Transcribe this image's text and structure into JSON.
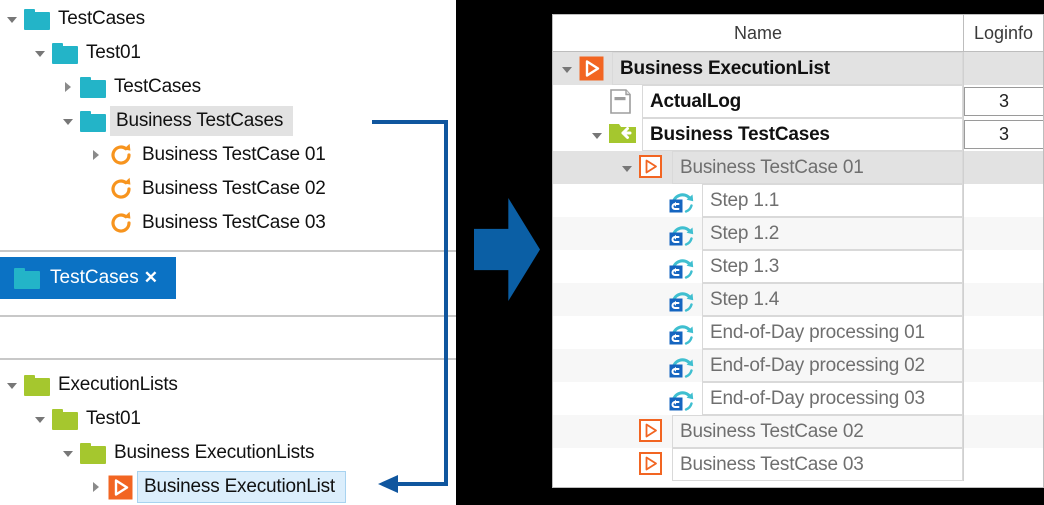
{
  "colors": {
    "teal_folder": "#23b4c8",
    "green_folder": "#a5c72e",
    "orange": "#f26522",
    "accent_blue": "#0b72c4",
    "connector_blue": "#10569e",
    "selection_grey": "#e2e2e2",
    "selection_blue": "#dbeefc"
  },
  "left": {
    "top_tree": {
      "name": "TestCases tree",
      "rows": [
        {
          "label": "TestCases",
          "icon": "folder-teal-icon",
          "depth": 0,
          "twisty": "down",
          "selected": false
        },
        {
          "label": "Test01",
          "icon": "folder-teal-icon",
          "depth": 1,
          "twisty": "down",
          "selected": false
        },
        {
          "label": "TestCases",
          "icon": "folder-teal-icon",
          "depth": 2,
          "twisty": "right",
          "selected": false
        },
        {
          "label": "Business TestCases",
          "icon": "folder-teal-icon",
          "depth": 2,
          "twisty": "down",
          "selected": true
        },
        {
          "label": "Business TestCase 01",
          "icon": "testcase-refresh-icon",
          "depth": 3,
          "twisty": "right",
          "selected": false
        },
        {
          "label": "Business TestCase 02",
          "icon": "testcase-refresh-icon",
          "depth": 3,
          "twisty": "none",
          "selected": false
        },
        {
          "label": "Business TestCase 03",
          "icon": "testcase-refresh-icon",
          "depth": 3,
          "twisty": "none",
          "selected": false
        }
      ]
    },
    "tab": {
      "label": "TestCases",
      "icon": "folder-teal-icon",
      "close_label": "✕"
    },
    "bottom_tree": {
      "name": "ExecutionLists tree",
      "rows": [
        {
          "label": "ExecutionLists",
          "icon": "folder-green-icon",
          "depth": 0,
          "twisty": "down",
          "selected": false
        },
        {
          "label": "Test01",
          "icon": "folder-green-icon",
          "depth": 1,
          "twisty": "down",
          "selected": false
        },
        {
          "label": "Business ExecutionLists",
          "icon": "folder-green-icon",
          "depth": 2,
          "twisty": "down",
          "selected": false
        },
        {
          "label": "Business ExecutionList",
          "icon": "executionlist-icon",
          "depth": 3,
          "twisty": "right",
          "selected": true
        }
      ]
    }
  },
  "arrow": {
    "name": "flow-arrow",
    "direction": "right"
  },
  "grid": {
    "columns": [
      "Name",
      "Loginfo"
    ],
    "rows": [
      {
        "label": "Business ExecutionList",
        "icon": "executionlist-icon",
        "depth": 0,
        "twisty": "down",
        "loginfo": "",
        "style": "header-hl",
        "bold": true
      },
      {
        "label": "ActualLog",
        "icon": "actuallog-icon",
        "depth": 1,
        "twisty": "none",
        "loginfo": "3",
        "style": "plain",
        "bold": true
      },
      {
        "label": "Business TestCases",
        "icon": "folder-green-back-icon",
        "depth": 1,
        "twisty": "down",
        "loginfo": "3",
        "style": "plain",
        "bold": true
      },
      {
        "label": "Business TestCase 01",
        "icon": "testcase-outline-icon",
        "depth": 2,
        "twisty": "down",
        "loginfo": "",
        "style": "hl",
        "bold": false
      },
      {
        "label": "Step 1.1",
        "icon": "step-icon",
        "depth": 3,
        "twisty": "none",
        "loginfo": "",
        "style": "plain",
        "bold": false
      },
      {
        "label": "Step 1.2",
        "icon": "step-icon",
        "depth": 3,
        "twisty": "none",
        "loginfo": "",
        "style": "alt",
        "bold": false
      },
      {
        "label": "Step 1.3",
        "icon": "step-icon",
        "depth": 3,
        "twisty": "none",
        "loginfo": "",
        "style": "plain",
        "bold": false
      },
      {
        "label": "Step 1.4",
        "icon": "step-icon",
        "depth": 3,
        "twisty": "none",
        "loginfo": "",
        "style": "alt",
        "bold": false
      },
      {
        "label": "End-of-Day processing 01",
        "icon": "step-icon",
        "depth": 3,
        "twisty": "none",
        "loginfo": "",
        "style": "plain",
        "bold": false
      },
      {
        "label": "End-of-Day processing 02",
        "icon": "step-icon",
        "depth": 3,
        "twisty": "none",
        "loginfo": "",
        "style": "alt",
        "bold": false
      },
      {
        "label": "End-of-Day processing 03",
        "icon": "step-icon",
        "depth": 3,
        "twisty": "none",
        "loginfo": "",
        "style": "plain",
        "bold": false
      },
      {
        "label": "Business TestCase 02",
        "icon": "testcase-outline-icon",
        "depth": 2,
        "twisty": "none",
        "loginfo": "",
        "style": "alt",
        "bold": false
      },
      {
        "label": "Business TestCase 03",
        "icon": "testcase-outline-icon",
        "depth": 2,
        "twisty": "none",
        "loginfo": "",
        "style": "plain",
        "bold": false
      }
    ]
  }
}
